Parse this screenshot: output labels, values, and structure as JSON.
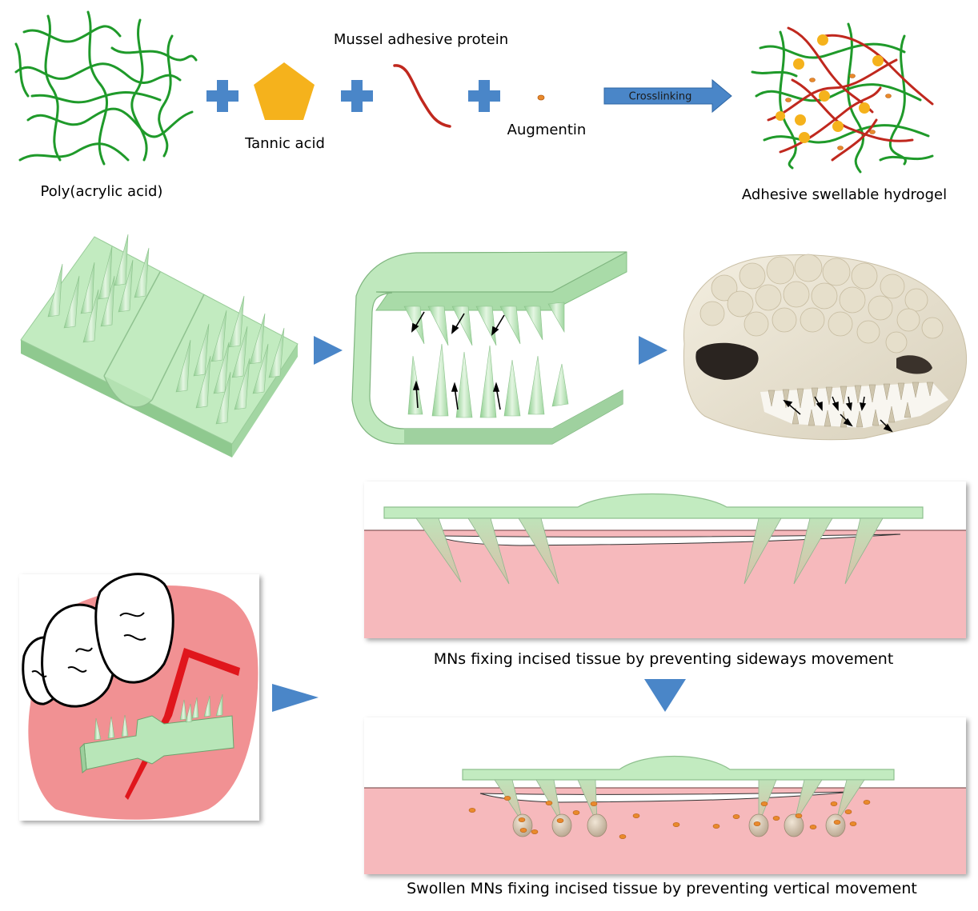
{
  "row1": {
    "poly_label": "Poly(acrylic acid)",
    "tannic_label": "Tannic acid",
    "mussel_label": "Mussel adhesive protein",
    "augmentin_label": "Augmentin",
    "crosslink_label": "Crosslinking",
    "hydrogel_label": "Adhesive swellable hydrogel"
  },
  "row3": {
    "sideways_caption": "MNs fixing incised tissue by preventing sideways movement",
    "vertical_caption": "Swollen MNs fixing incised tissue by preventing vertical movement"
  },
  "colors": {
    "green_polymer": "#1f9a2a",
    "red_protein": "#c0281e",
    "yellow_tannic": "#f5b21c",
    "blue_arrow": "#4a86c8",
    "patch_green": "#b8e6b8",
    "tissue_pink": "#f6b9bc"
  }
}
